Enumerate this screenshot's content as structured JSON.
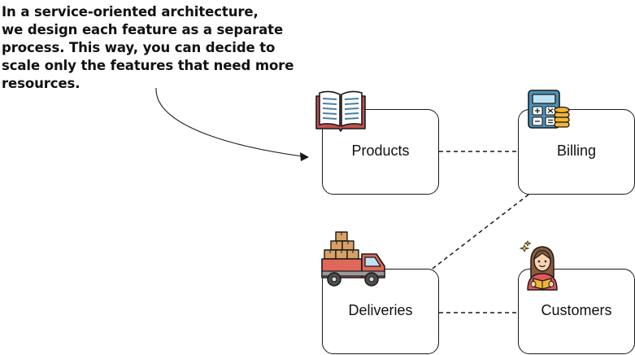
{
  "annotation": {
    "lines": [
      "In a service-oriented architecture,",
      "we design each feature as a separate",
      "process. This way, you can decide to",
      "scale only the features that need more",
      "resources."
    ]
  },
  "nodes": {
    "products": {
      "label": "Products",
      "icon": "open-book-icon"
    },
    "billing": {
      "label": "Billing",
      "icon": "calculator-coins-icon"
    },
    "deliveries": {
      "label": "Deliveries",
      "icon": "delivery-truck-icon"
    },
    "customers": {
      "label": "Customers",
      "icon": "customer-woman-icon"
    }
  },
  "connections": [
    {
      "from": "products",
      "to": "billing",
      "style": "dashed"
    },
    {
      "from": "billing",
      "to": "deliveries",
      "style": "dashed"
    },
    {
      "from": "deliveries",
      "to": "customers",
      "style": "dashed"
    }
  ],
  "colors": {
    "outline": "#1a1a1a",
    "book": "#c0504d",
    "calculator": "#4a90b8",
    "coins": "#f2b632",
    "truck": "#e0685a",
    "boxes": "#d9a066",
    "customer_shirt": "#e8565a"
  }
}
